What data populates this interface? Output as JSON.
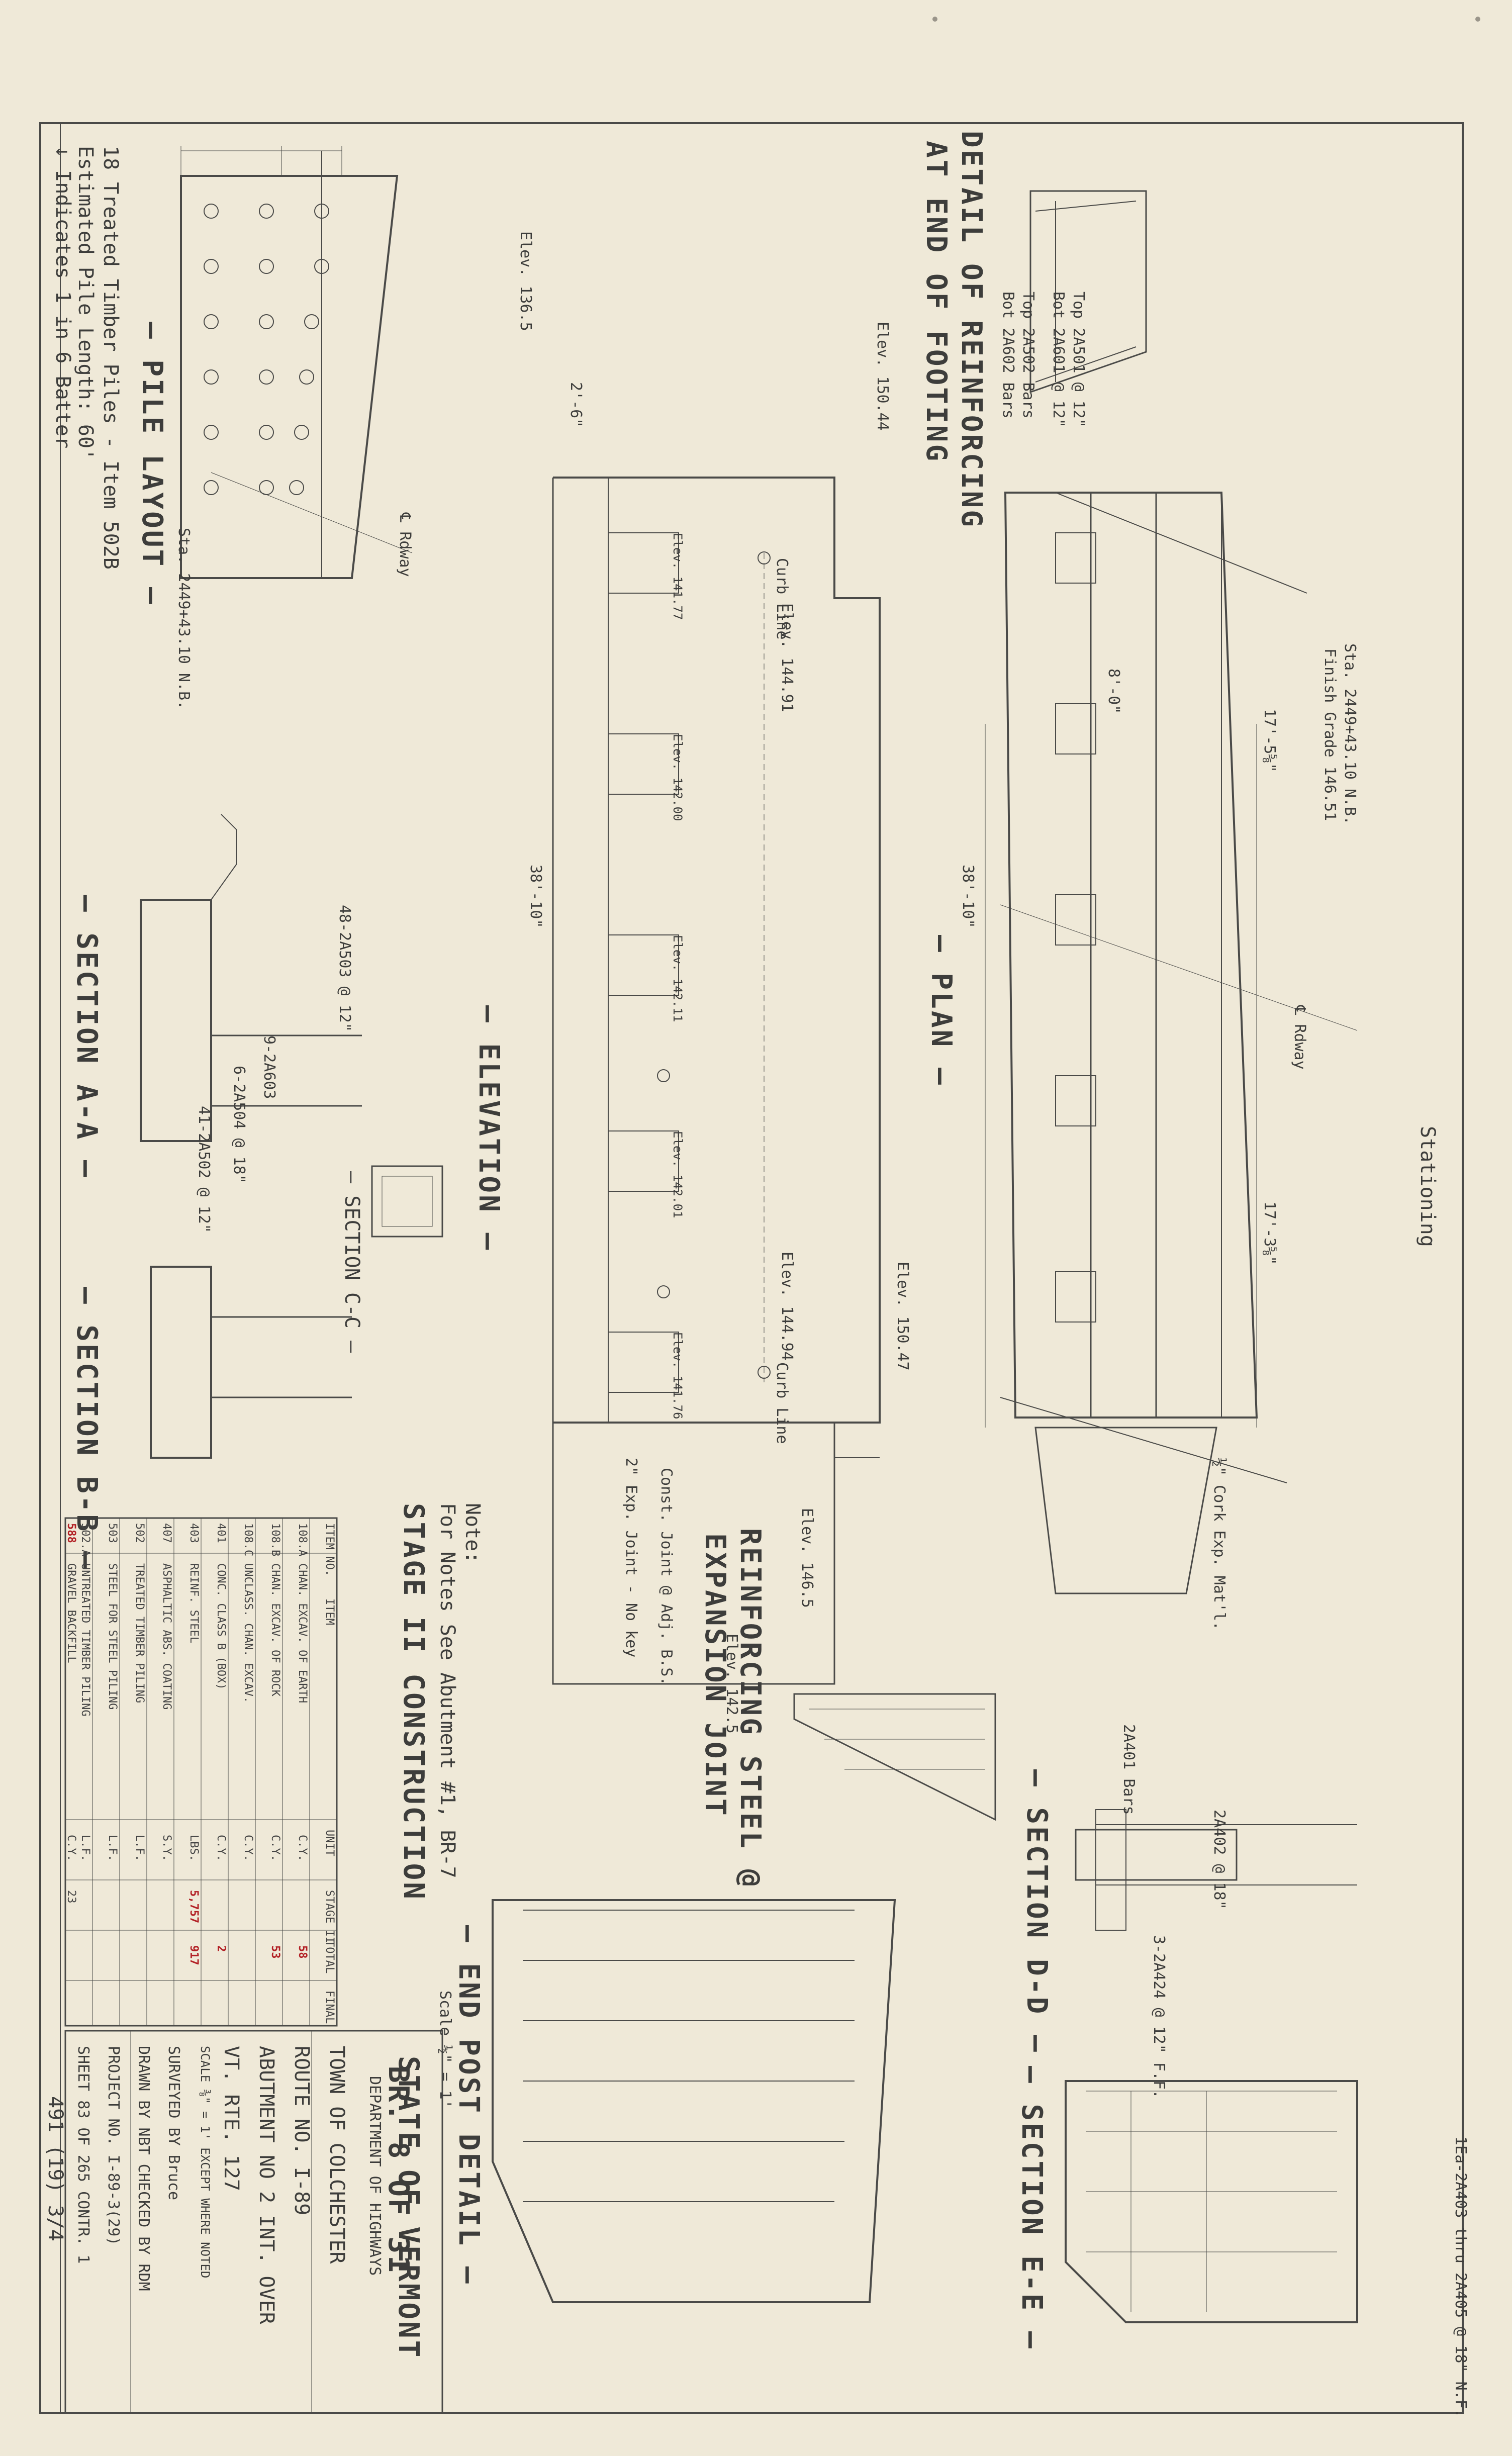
{
  "titles": {
    "pile_layout": "— PILE LAYOUT —",
    "section_aa": "— SECTION A-A —",
    "section_bb": "— SECTION B-B —",
    "section_cc": "— SECTION C-C —",
    "elevation": "— ELEVATION —",
    "plan": "— PLAN —",
    "section_dd": "— SECTION D-D —",
    "section_ee": "— SECTION E-E —",
    "end_post_detail": "— END POST DETAIL —",
    "end_post_scale": "Scale ½\" = 1'",
    "detail_reinforcing_1": "DETAIL OF REINFORCING",
    "detail_reinforcing_2": "AT END OF FOOTING",
    "reinforcing_exp_1": "REINFORCING STEEL @",
    "reinforcing_exp_2": "EXPANSION JOINT",
    "stage": "STAGE II CONSTRUCTION",
    "note_title": "Note:",
    "note_text": "For Notes See Abutment #1, BR-7",
    "br_number": "BR. 8 OF 31"
  },
  "pile_notes": {
    "line1": "18 Treated Timber Piles - Item 502B",
    "line2": "Estimated Pile Length: 60'",
    "line3": "↓ Indicates 1 in 6 Batter",
    "sta": "Sta. 2449+43.10 N.B.",
    "rdway": "℄ Rdway"
  },
  "plan_labels": {
    "sta": "Sta. 2449+43.10 N.B.",
    "finish_grade": "Finish Grade 146.51",
    "rdway": "℄ Rdway",
    "stationing": "Stationing",
    "cork": "½\" Cork Exp. Mat'l.",
    "dim_8": "8'-0\"",
    "dim_38": "38'-10\"",
    "dim_17a": "17'-5⅝\"",
    "dim_17b": "17'-3⅝\""
  },
  "elevation_labels": {
    "elev_top": "Elev. 136.5",
    "elev_150_44": "Elev. 150.44",
    "elev_141_77": "Elev. 141.77",
    "elev_144_91": "Elev. 144.91",
    "elev_142_00": "Elev. 142.00",
    "elev_142_11": "Elev. 142.11",
    "elev_142_01": "Elev. 142.01",
    "elev_144_94": "Elev. 144.94",
    "elev_150_47": "Elev. 150.47",
    "elev_141_76": "Elev. 141.76",
    "elev_146_5": "Elev. 146.5",
    "elev_142_5": "Elev. 142.5",
    "curb_line": "Curb Line",
    "const_joint": "Const. Joint @ Adj. B.S.",
    "exp_joint": "2\" Exp. Joint - No key",
    "dim_38": "38'-10\"",
    "dim_2_6": "2'-6\""
  },
  "bar_callouts": [
    "48-2A503 @ 12\"",
    "9-2A603",
    "6-2A504 @ 18\"",
    "41-2A502 @ 12\"",
    "Top 2A501 @ 12\"",
    "Bot 2A601 @ 12\"",
    "Top 2A502 Bars",
    "Bot 2A602 Bars",
    "2A401 Bars",
    "2A402 @ 18\"",
    "3-2A424 @ 12\" F.F.",
    "1Ea-2A403 thru 2A405 @ 18\" N.F."
  ],
  "title_block": {
    "state": "STATE OF VERMONT",
    "department": "DEPARTMENT OF HIGHWAYS",
    "town": "TOWN OF COLCHESTER",
    "route": "ROUTE NO. I-89",
    "structure_1": "ABUTMENT NO 2 INT. OVER",
    "structure_2": "VT. RTE. 127",
    "scale": "SCALE ⅜\" = 1' EXCEPT WHERE NOTED",
    "surveyed": "SURVEYED BY Bruce",
    "drawn": "DRAWN BY NBT CHECKED BY RDM",
    "project": "PROJECT NO. I-89-3(29)",
    "sheet": "SHEET 83 OF 265 CONTR. 1",
    "handwritten": "491 (19) 3/4"
  },
  "quantity_table": {
    "headers": [
      "ITEM NO.",
      "ITEM",
      "UNIT",
      "STAGE II",
      "TOTAL",
      "FINAL"
    ],
    "rows": [
      [
        "108.A",
        "CHAN. EXCAV. OF EARTH",
        "C.Y.",
        "",
        "58",
        ""
      ],
      [
        "108.B",
        "CHAN. EXCAV. OF ROCK",
        "C.Y.",
        "",
        "53",
        ""
      ],
      [
        "108.C",
        "UNCLASS. CHAN. EXCAV.",
        "C.Y.",
        "",
        "",
        ""
      ],
      [
        "401",
        "CONC. CLASS B (BOX)",
        "C.Y.",
        "",
        "2",
        ""
      ],
      [
        "403",
        "REINF. STEEL",
        "LBS.",
        "5,757",
        "917",
        ""
      ],
      [
        "407",
        "ASPHALTIC ABS. COATING",
        "S.Y.",
        "",
        "",
        ""
      ],
      [
        "502",
        "TREATED TIMBER PILING",
        "L.F.",
        "",
        "",
        ""
      ],
      [
        "503",
        "STEEL FOR STEEL PILING",
        "L.F.",
        "",
        "",
        ""
      ],
      [
        "502.A",
        "UNTREATED TIMBER PILING",
        "L.F.",
        "",
        "",
        ""
      ],
      [
        "588",
        "GRAVEL BACKFILL",
        "C.Y.",
        "23",
        "",
        ""
      ]
    ]
  },
  "colors": {
    "paper": "#efe9d8",
    "ink": "#4a4a48",
    "red_stamp": "#b21f24"
  }
}
